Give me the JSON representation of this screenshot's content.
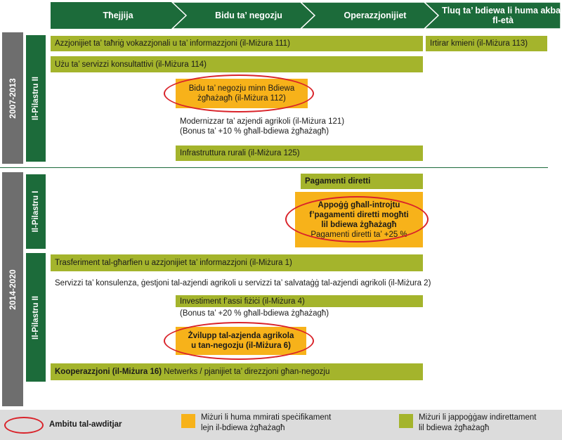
{
  "header": {
    "stages": [
      "Tħejjija",
      "Bidu ta’ negozju",
      "Operazzjonijiet",
      "Tluq ta’ bdiewa li huma akbar fl-età"
    ],
    "colors": {
      "header": "#1c6b3a",
      "period": "#6e6e6e",
      "green_measure": "#a4b42c",
      "orange_measure": "#f7b21a",
      "highlight": "#d9232a"
    }
  },
  "periods": {
    "p1": {
      "label": "2007-2013",
      "pillar": "Il-Pilastru II"
    },
    "p2": {
      "label": "2014-2020",
      "pillar_1": "Il-Pilastru I",
      "pillar_2": "Il-Pilastru II"
    }
  },
  "measures_2007": {
    "m111": "Azzjonijiet ta’ taħriġ vokazzjonali u ta’ informazzjoni (il-Miżura 111)",
    "m113": "Irtirar kmieni (il-Miżura 113)",
    "m114": "Użu ta’ servizzi konsultattivi (il-Miżura 114)",
    "m112_l1": "Bidu ta’ negozju minn Bdiewa",
    "m112_l2": "żgħażagħ (il-Miżura 112)",
    "m121_l1": "Modernizzar ta’ azjendi agrikoli (il-Miżura 121)",
    "m121_l2": "(Bonus ta’ +10 % għall-bdiewa żgħażagħ)",
    "m125": "Infrastruttura rurali (il-Miżura 125)"
  },
  "measures_2014": {
    "direct": "Pagamenti diretti",
    "support_l1": "Appoġġ għall-introjtu",
    "support_l2": "f’pagamenti diretti mogħti",
    "support_l3": "lil bdiewa żgħażagħ",
    "support_l4": "Pagamenti diretti ta’ +25 %",
    "m1": "Trasferiment tal-għarfien u azzjonijiet ta’ informazzjoni (il-Miżura 1)",
    "m2": "Servizzi ta’ konsulenza, ġestjoni tal-azjendi agrikoli u servizzi ta’ salvataġġ tal-azjendi agrikoli (il-Miżura 2)",
    "m4_l1": "Investiment f’assi fiżiċi (il-Miżura 4)",
    "m4_l2": "(Bonus ta’ +20 % għall-bdiewa żgħażagħ)",
    "m6_l1": "Żvilupp tal-azjenda agrikola",
    "m6_l2": "u tan-negozju (il-Miżura 6)",
    "m16_bold": "Kooperazzjoni (il-Miżura 16)",
    "m16_rest": " Netwerks / pjanijiet ta’ direzzjoni għan-negozju"
  },
  "legend": {
    "scope": "Ambitu tal-awditjar",
    "orange_l1": "Miżuri li huma mmirati speċifikament",
    "orange_l2": "lejn il-bdiewa żgħażagħ",
    "green_l1": "Miżuri li jappoġġaw indirettament",
    "green_l2": "lil bdiewa żgħażagħ"
  }
}
